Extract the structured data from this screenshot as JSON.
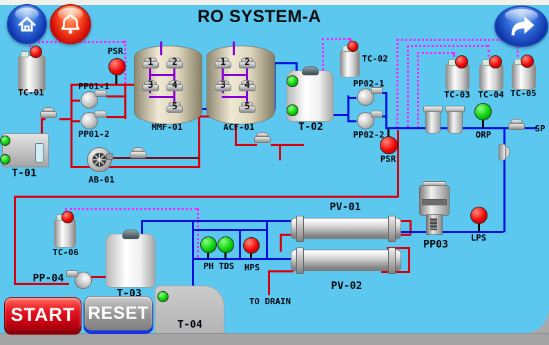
{
  "header": {
    "title": "RO SYSTEM-A"
  },
  "nav": {
    "home_icon": "home",
    "alarm_icon": "alarm-bell",
    "forward_icon": "forward-arrow"
  },
  "controls": {
    "start_label": "START",
    "reset_label": "RESET"
  },
  "filters": {
    "mmf": {
      "label": "MMF-01",
      "valves": [
        "1",
        "2",
        "3",
        "4",
        "5"
      ]
    },
    "acf": {
      "label": "ACF-01",
      "valves": [
        "1",
        "2",
        "3",
        "4",
        "5"
      ]
    }
  },
  "tanks": {
    "t01": "T-01",
    "t02": "T-02",
    "t03": "T-03",
    "t04": "T-04",
    "tc01": "TC-01",
    "tc02": "TC-02",
    "tc03": "TC-03",
    "tc04": "TC-04",
    "tc05": "TC-05",
    "tc06": "TC-06"
  },
  "pumps": {
    "pp01_1": "PP01-1",
    "pp01_2": "PP01-2",
    "pp02_1": "PP02-1",
    "pp02_2": "PP02-2",
    "pp03": "PP03",
    "pp04": "PP-04",
    "ab01": "AB-01"
  },
  "vessels": {
    "pv01": "PV-01",
    "pv02": "PV-02"
  },
  "sensors": {
    "psr_top": "PSR",
    "psr_mid": "PSR",
    "orp": "ORP",
    "lps": "LPS",
    "ph": "PH",
    "tds": "TDS",
    "hps": "HPS",
    "sp": "SP"
  },
  "annotations": {
    "to_drain": "TO DRAIN"
  },
  "status_lights": {
    "on_color": "#0ad20a",
    "alarm_color": "#f00606"
  },
  "pipe_colors": {
    "feed": "#d6000e",
    "permeate": "#0010dd",
    "manifold": "#8400d6",
    "dosing": "#ff22ff",
    "air": "#7a1016",
    "background": "#5cc8f0"
  }
}
